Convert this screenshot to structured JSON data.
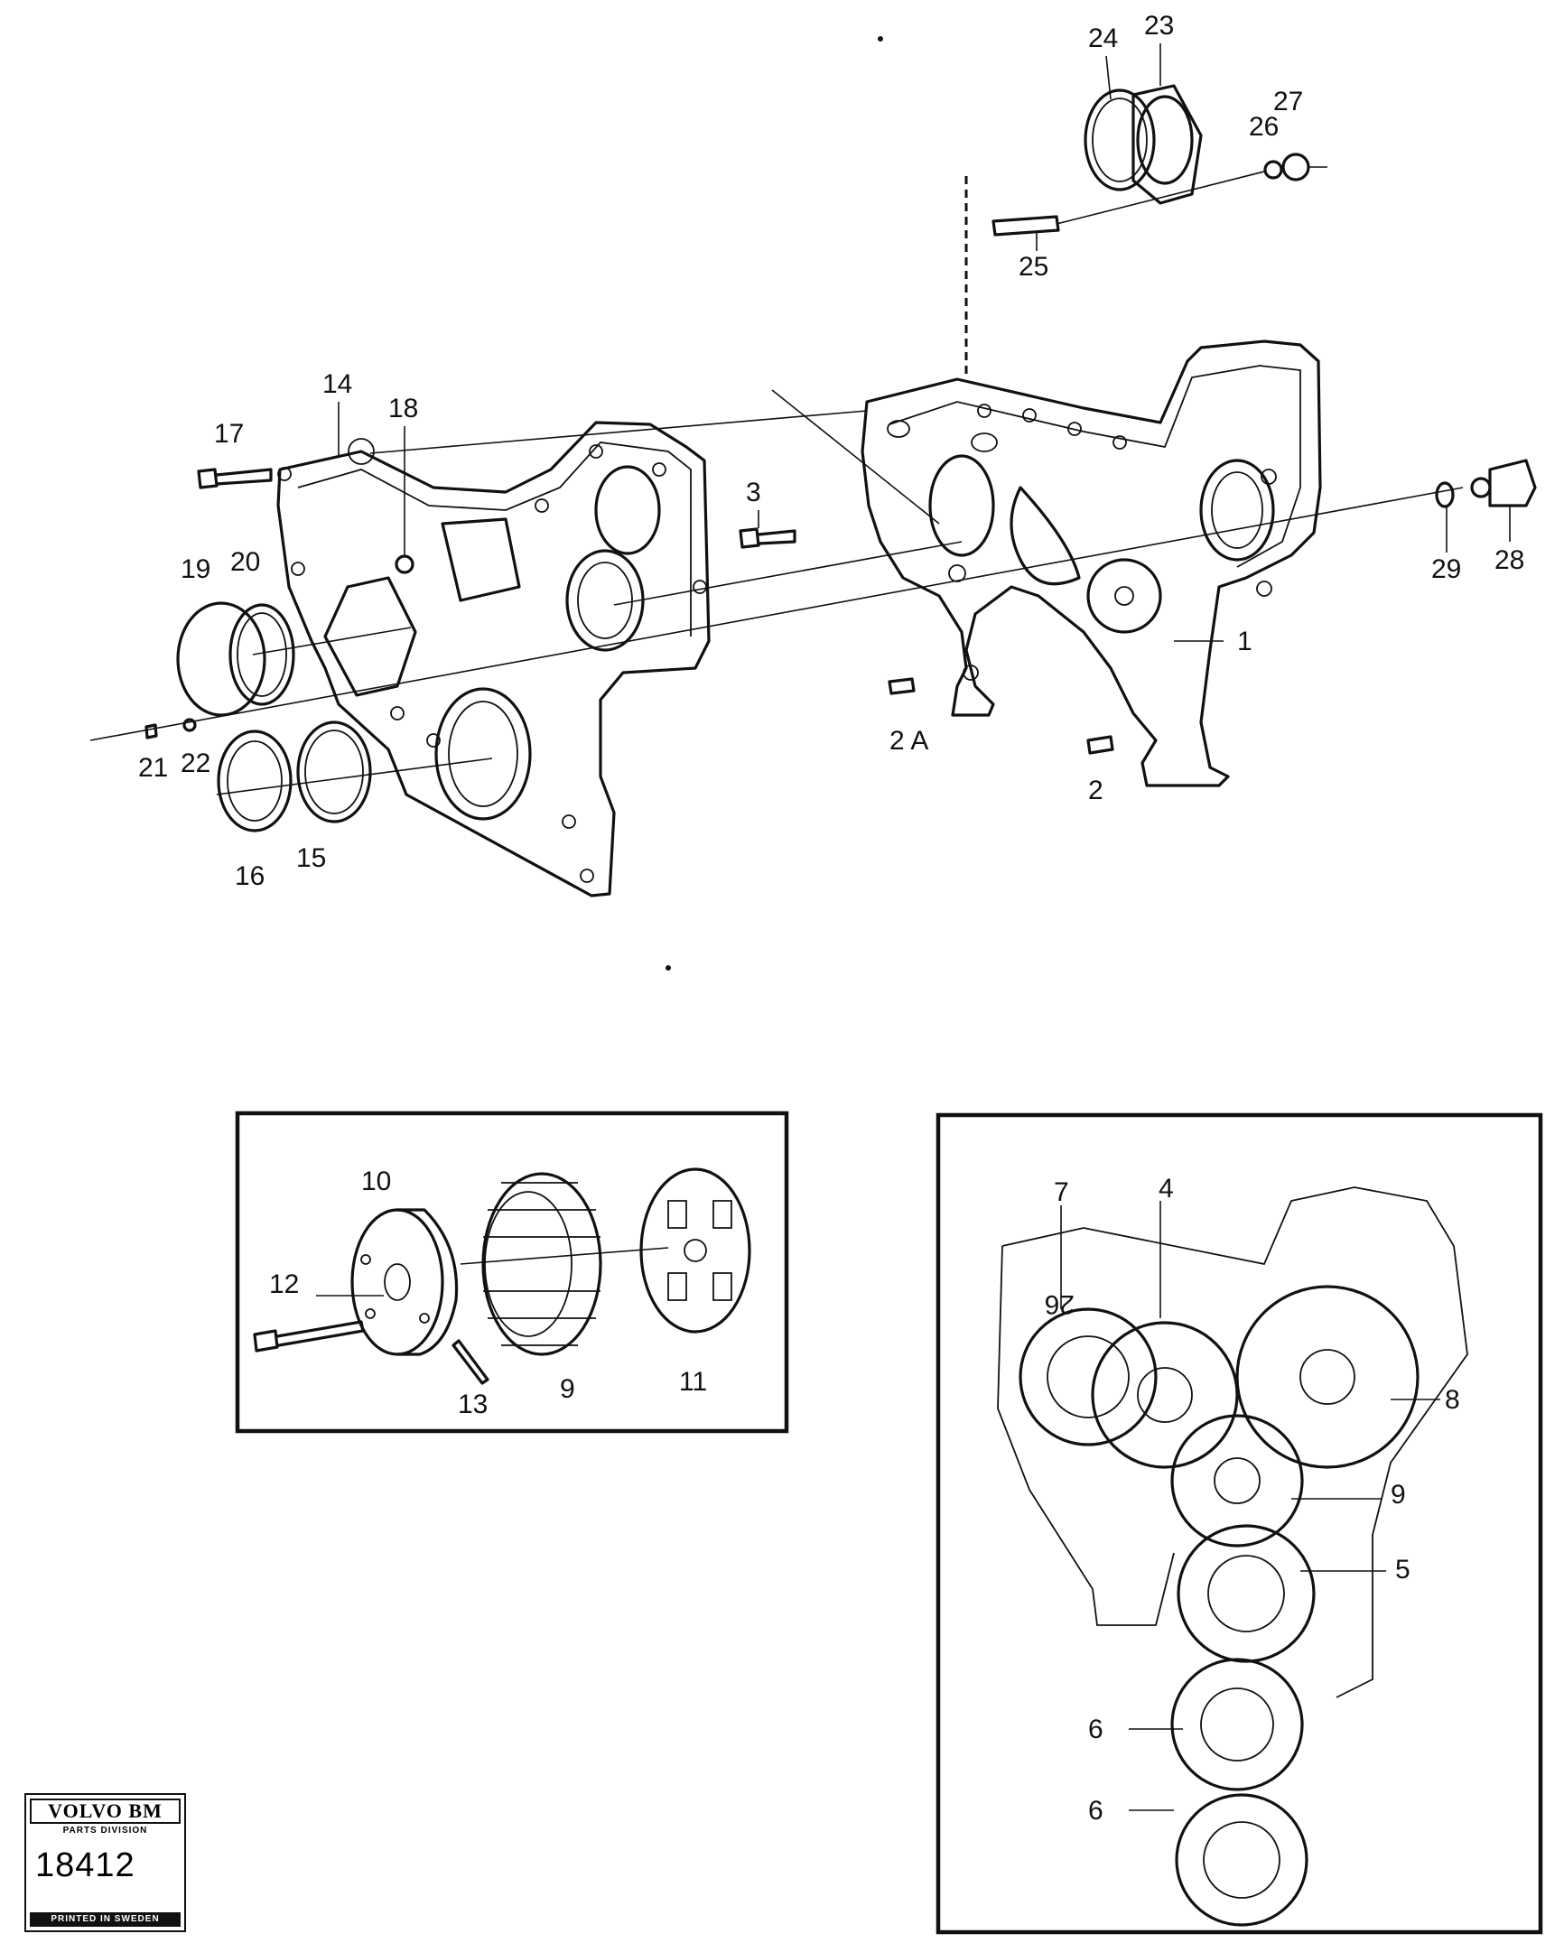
{
  "labels": {
    "l1": "1",
    "l2": "2",
    "l2a": "2 A",
    "l3": "3",
    "l14": "14",
    "l15": "15",
    "l16": "16",
    "l17": "17",
    "l18": "18",
    "l19": "19",
    "l20": "20",
    "l21": "21",
    "l22": "22",
    "l23": "23",
    "l24": "24",
    "l25": "25",
    "l26": "26",
    "l27": "27",
    "l28": "28",
    "l29": "29",
    "d10": "10",
    "d11": "11",
    "d12": "12",
    "d13": "13",
    "d9": "9",
    "g4": "4",
    "g5": "5",
    "g6a": "6",
    "g6b": "6",
    "g7": "7",
    "g8": "8",
    "g9": "9",
    "g26": "26"
  },
  "logo": {
    "brand": "VOLVO BM",
    "division": "PARTS DIVISION",
    "number": "18412",
    "printed": "PRINTED IN SWEDEN"
  },
  "colors": {
    "ink": "#111111",
    "paper": "#ffffff"
  }
}
